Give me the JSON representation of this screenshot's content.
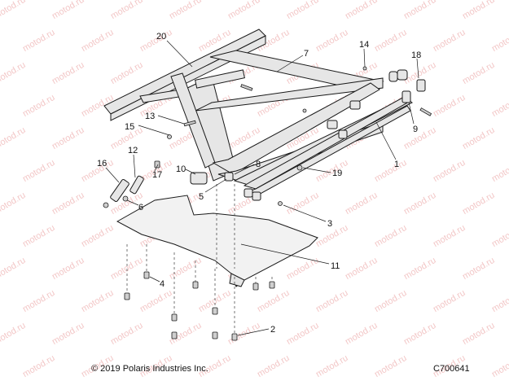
{
  "watermark": "motod.ru",
  "callouts": [
    "20",
    "7",
    "14",
    "18",
    "13",
    "15",
    "12",
    "16",
    "17",
    "10",
    "8",
    "5",
    "6",
    "19",
    "9",
    "1",
    "3",
    "11",
    "4",
    "2"
  ],
  "footer": {
    "copyright": "© 2019 Polaris Industries Inc.",
    "drawing_number": "C700641"
  }
}
